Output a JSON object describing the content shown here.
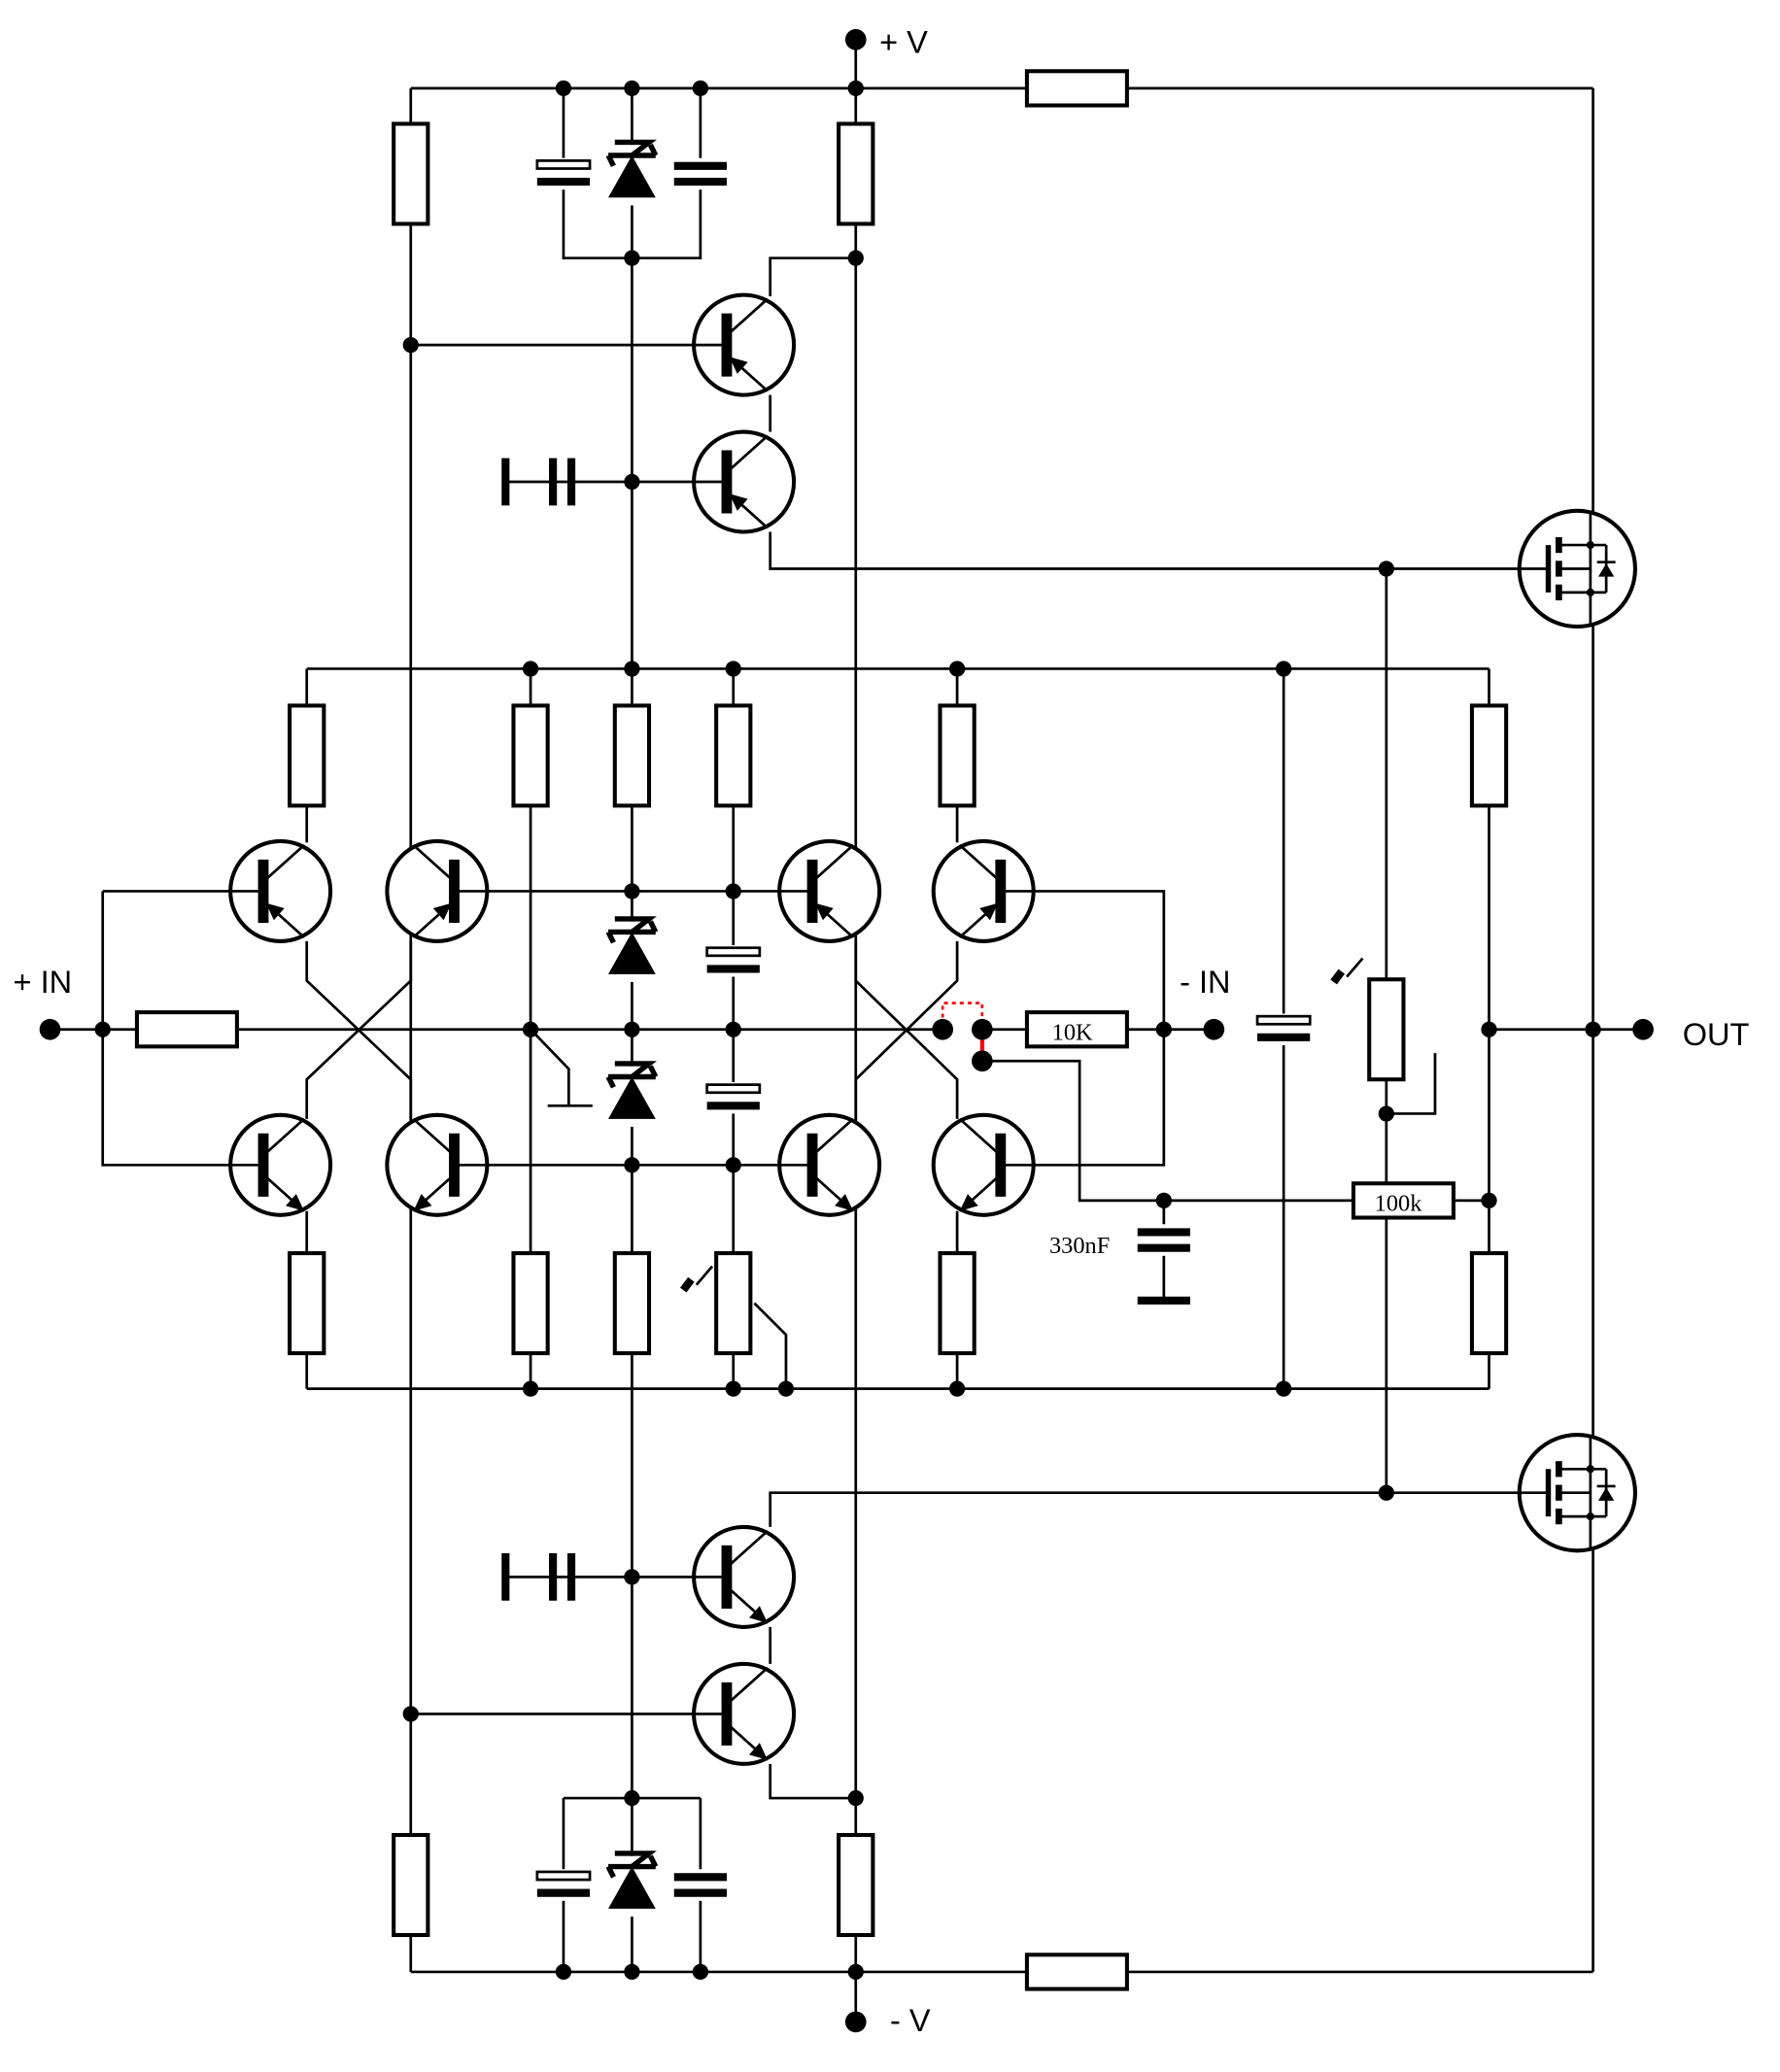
{
  "labels": {
    "plus_v": "+ V",
    "minus_v": "- V",
    "plus_in": "+ IN",
    "minus_in": "- IN",
    "out": "OUT",
    "r_10k": "10K",
    "r_100k": "100k",
    "c_330nf": "330nF"
  },
  "colors": {
    "ink": "#000000",
    "highlight": "#ff0000",
    "background": "#ffffff"
  }
}
